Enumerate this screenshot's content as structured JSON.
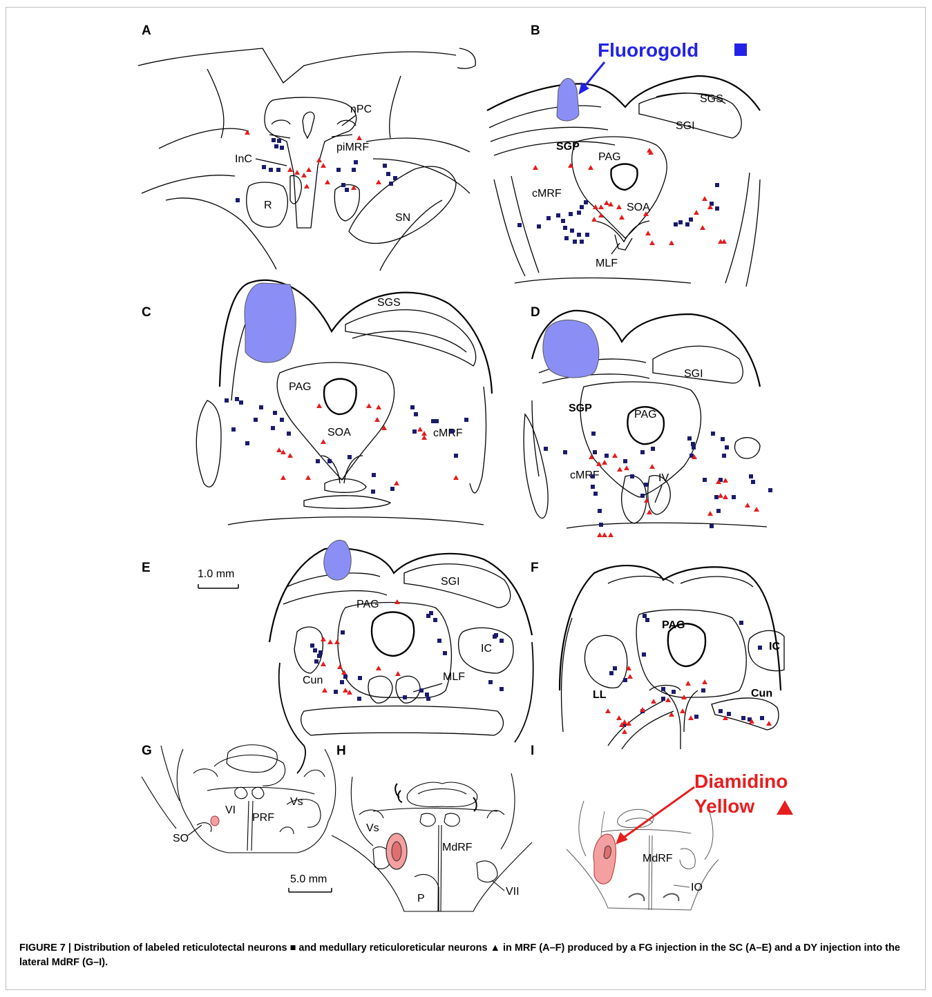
{
  "panels": {
    "A": {
      "label": "A",
      "regions": [
        "nPC",
        "piMRF",
        "InC",
        "R",
        "SN"
      ]
    },
    "B": {
      "label": "B",
      "regions": [
        "SGS",
        "SGI",
        "SGP",
        "PAG",
        "cMRF",
        "SOA",
        "MLF"
      ],
      "injection": "Fluorogold"
    },
    "C": {
      "label": "C",
      "regions": [
        "SGS",
        "PAG",
        "SOA",
        "cMRF"
      ]
    },
    "D": {
      "label": "D",
      "regions": [
        "SGI",
        "SGP",
        "PAG",
        "cMRF",
        "IV"
      ]
    },
    "E": {
      "label": "E",
      "regions": [
        "SGI",
        "PAG",
        "IC",
        "Cun",
        "MLF"
      ],
      "scale": "1.0 mm"
    },
    "F": {
      "label": "F",
      "regions": [
        "PAG",
        "IC",
        "LL",
        "Cun"
      ]
    },
    "G": {
      "label": "G",
      "regions": [
        "VI",
        "Vs",
        "PRF",
        "SO"
      ],
      "scale": "5.0 mm"
    },
    "H": {
      "label": "H",
      "regions": [
        "Vs",
        "MdRF",
        "VII",
        "P"
      ]
    },
    "I": {
      "label": "I",
      "regions": [
        "MdRF",
        "IO"
      ],
      "injection_line1": "Diamidino",
      "injection_line2": "Yellow"
    }
  },
  "colors": {
    "fluorogold": "#8b8ff5",
    "fluorogold_text": "#2323e6",
    "diamidino": "#f4a0a0",
    "diamidino_text": "#e61e1e",
    "square": "#1b1b6e",
    "triangle": "#e51d1d"
  },
  "caption": {
    "prefix": "FIGURE 7 | ",
    "text": "Distribution of labeled reticulotectal neurons ■ and medullary reticuloreticular neurons ▲ in MRF (A–F) produced by a FG injection in the SC (A–E) and a DY injection into the lateral MdRF (G–I)."
  }
}
